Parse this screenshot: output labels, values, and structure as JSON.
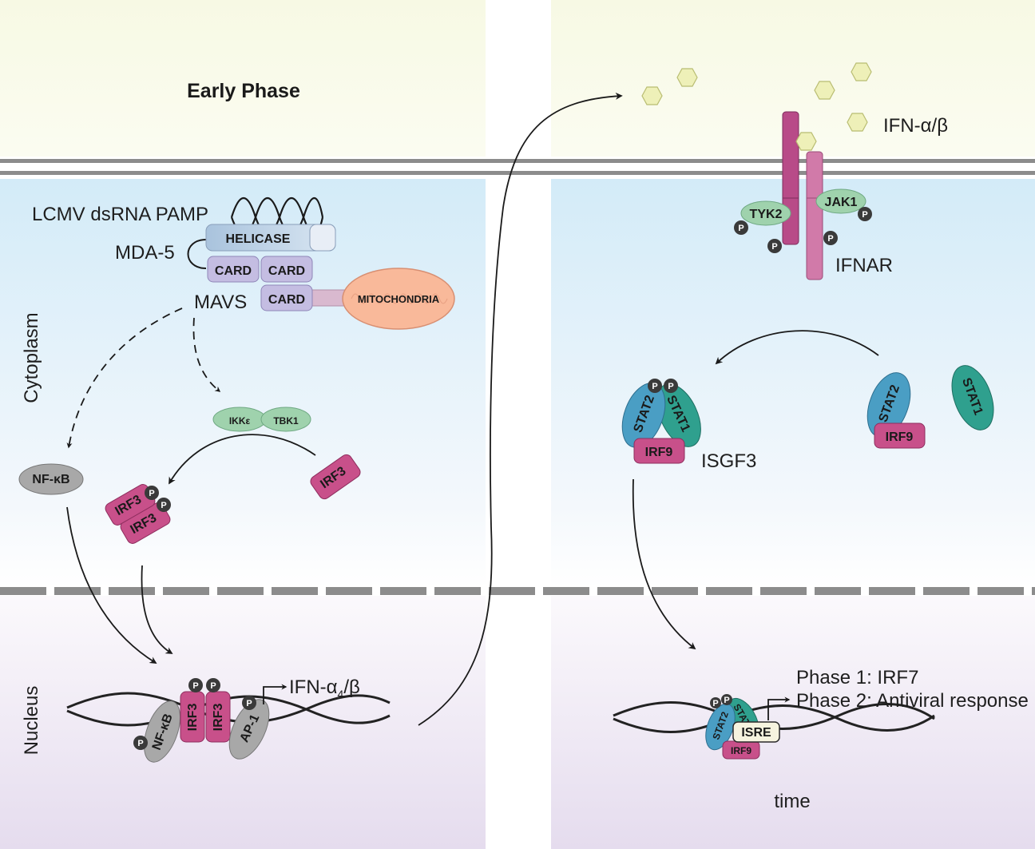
{
  "title": "Early Phase",
  "compartments": {
    "cytoplasm": "Cytoplasm",
    "nucleus": "Nucleus"
  },
  "left": {
    "pamp": "LCMV dsRNA PAMP",
    "mda5": "MDA-5",
    "helicase": "HELICASE",
    "card": "CARD",
    "mavs": "MAVS",
    "mitochondria": "MITOCHONDRIA",
    "ikke": "IKKε",
    "tbk1": "TBK1",
    "irf3": "IRF3",
    "nfkb": "NF-κB",
    "ap1": "AP-1",
    "phospho": "P",
    "promoter_ifn": "IFN-α",
    "promoter_sub": "4",
    "promoter_tail": "/β"
  },
  "right": {
    "ifn": "IFN-α/β",
    "tyk2": "TYK2",
    "jak1": "JAK1",
    "ifnar": "IFNAR",
    "stat1": "STAT1",
    "stat2": "STAT2",
    "irf9": "IRF9",
    "isgf3": "ISGF3",
    "isre": "ISRE",
    "phase1": "Phase 1: IRF7",
    "phase2": "Phase 2: Antiviral response",
    "time": "time"
  },
  "colors": {
    "irf3": "#c8508a",
    "ikk": "#9fd2ad",
    "nfkb": "#a8a8a8",
    "card": "#c4bde2",
    "mito": "#f9b99a",
    "stat2": "#4a9ec4",
    "stat1": "#2fa08e",
    "irf9": "#c8508a",
    "ifn": "#eef0b8",
    "receptor": "#b84b88"
  }
}
